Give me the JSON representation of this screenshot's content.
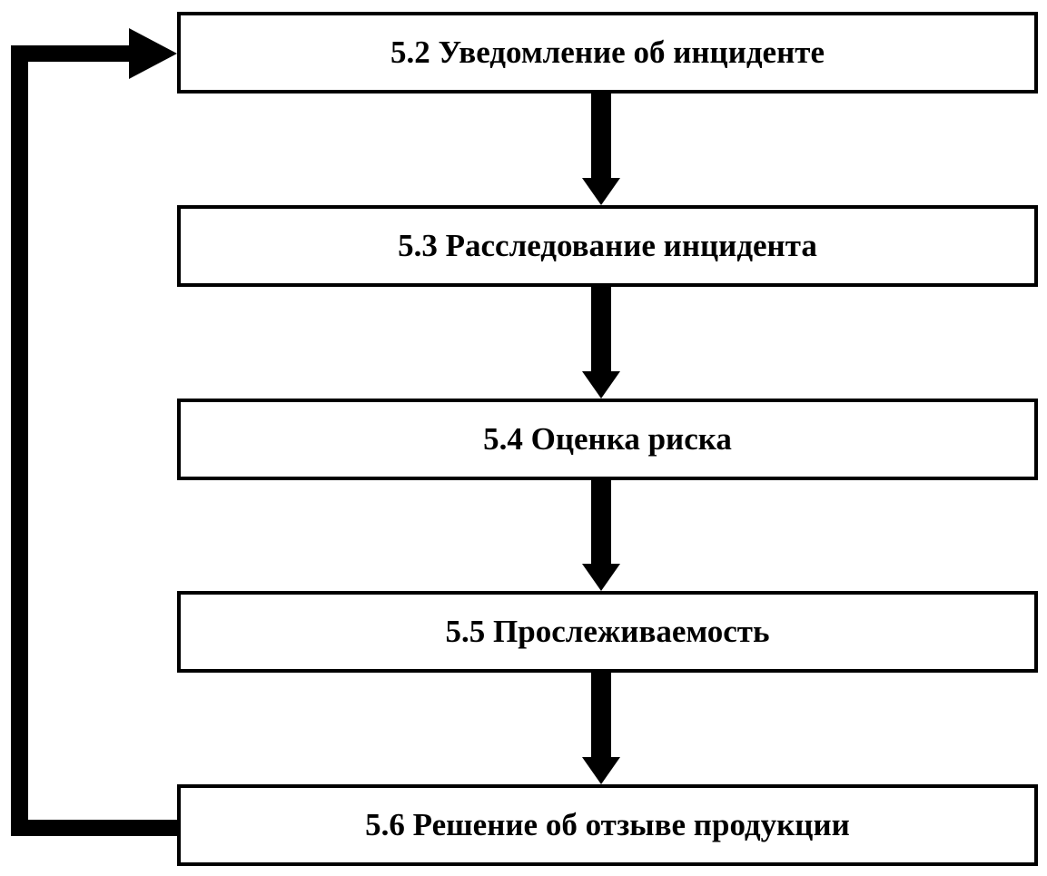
{
  "diagram": {
    "type": "flowchart",
    "boxes": [
      {
        "id": "5.2",
        "label": "5.2 Уведомление об инциденте"
      },
      {
        "id": "5.3",
        "label": "5.3 Расследование инцидента"
      },
      {
        "id": "5.4",
        "label": "5.4 Оценка риска"
      },
      {
        "id": "5.5",
        "label": "5.5 Прослеживаемость"
      },
      {
        "id": "5.6",
        "label": "5.6 Решение об отзыве продукции"
      }
    ],
    "connections": [
      {
        "from": "5.2",
        "to": "5.3",
        "type": "arrow-down"
      },
      {
        "from": "5.3",
        "to": "5.4",
        "type": "arrow-down"
      },
      {
        "from": "5.4",
        "to": "5.5",
        "type": "arrow-down"
      },
      {
        "from": "5.5",
        "to": "5.6",
        "type": "arrow-down"
      },
      {
        "from": "5.6",
        "to": "5.2",
        "type": "feedback-loop-left"
      }
    ],
    "colors": {
      "line": "#000000",
      "box_fill": "#ffffff",
      "text": "#000000",
      "background": "#ffffff"
    }
  }
}
